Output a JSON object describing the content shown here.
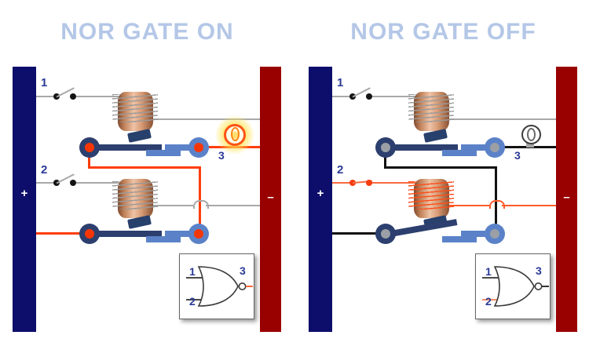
{
  "ui_colors": {
    "title": "#b4c7e7",
    "label": "#2b3a96",
    "armature-dark": "#2c3f6e",
    "armature-light": "#5b82c8",
    "coil-copper": "#d79a74"
  },
  "panels": [
    {
      "name": "nor-gate-on",
      "title": "NOR GATE ON",
      "state": "on",
      "lamp_lit": true,
      "bus": {
        "positive_label": "+",
        "negative_label": "–"
      },
      "labels": {
        "switch1": "1",
        "switch2": "2",
        "lamp": "3"
      },
      "switches": {
        "s1": "open",
        "s2": "open"
      },
      "relays": {
        "top": "de-energized",
        "bottom": "de-energized"
      },
      "gate": {
        "input1_label": "1",
        "input2_label": "2",
        "output_label": "3"
      },
      "colors": {
        "bus-pos": "#0d0d6b",
        "bus-neg": "#990000",
        "sw1-wire": "#a8a8a8",
        "sw1-dot": "#141414",
        "sw2-wire": "#a8a8a8",
        "sw2-dot": "#141414",
        "coil1-out": "#a8a8a8",
        "coil2-out": "#a8a8a8",
        "wind1": "#9a9a9a",
        "wind2": "#9a9a9a",
        "chain": "#ff3d0a",
        "supply": "#ff3d0a",
        "lamp-wire": "#ff3d0a",
        "dot-top": "#f83605",
        "dot-bottom": "#f83605",
        "gate-in1": "#4a4a4a",
        "gate-in2": "#4a4a4a",
        "gate-out": "#ff6a3c"
      }
    },
    {
      "name": "nor-gate-off",
      "title": "NOR GATE OFF",
      "state": "off",
      "lamp_lit": false,
      "bus": {
        "positive_label": "+",
        "negative_label": "–"
      },
      "labels": {
        "switch1": "1",
        "switch2": "2",
        "lamp": "3"
      },
      "switches": {
        "s1": "open",
        "s2": "closed"
      },
      "relays": {
        "top": "de-energized",
        "bottom": "energized"
      },
      "gate": {
        "input1_label": "1",
        "input2_label": "2",
        "output_label": "3"
      },
      "colors": {
        "bus-pos": "#0d0d6b",
        "bus-neg": "#990000",
        "sw1-wire": "#a8a8a8",
        "sw1-dot": "#141414",
        "sw2-wire": "#f96a40",
        "sw2-dot": "#f93c10",
        "coil1-out": "#a8a8a8",
        "coil2-out": "#ff5a2a",
        "wind1": "#9a9a9a",
        "wind2": "#ff4d1a",
        "chain": "#121212",
        "supply": "#121212",
        "lamp-wire": "#121212",
        "dot-top": "#9aa0a6",
        "dot-bottom": "#9aa0a6",
        "gate-in1": "#4a4a4a",
        "gate-in2": "#f98d66",
        "gate-out": "#333333"
      }
    }
  ]
}
